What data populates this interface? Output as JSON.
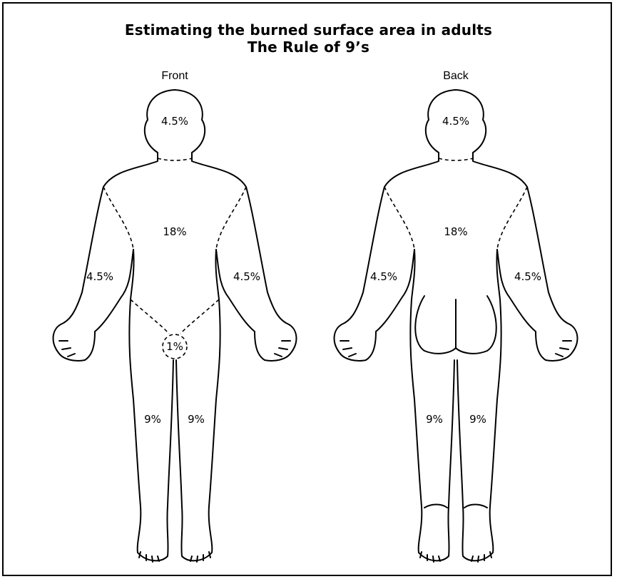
{
  "title": "Estimating the burned surface area in adults",
  "subtitle": "The Rule of 9’s",
  "front": {
    "label": "Front",
    "head": "4.5%",
    "torso": "18%",
    "left_arm": "4.5%",
    "right_arm": "4.5%",
    "genitals": "1%",
    "left_leg": "9%",
    "right_leg": "9%"
  },
  "back": {
    "label": "Back",
    "head": "4.5%",
    "torso": "18%",
    "left_arm": "4.5%",
    "right_arm": "4.5%",
    "left_leg": "9%",
    "right_leg": "9%"
  }
}
